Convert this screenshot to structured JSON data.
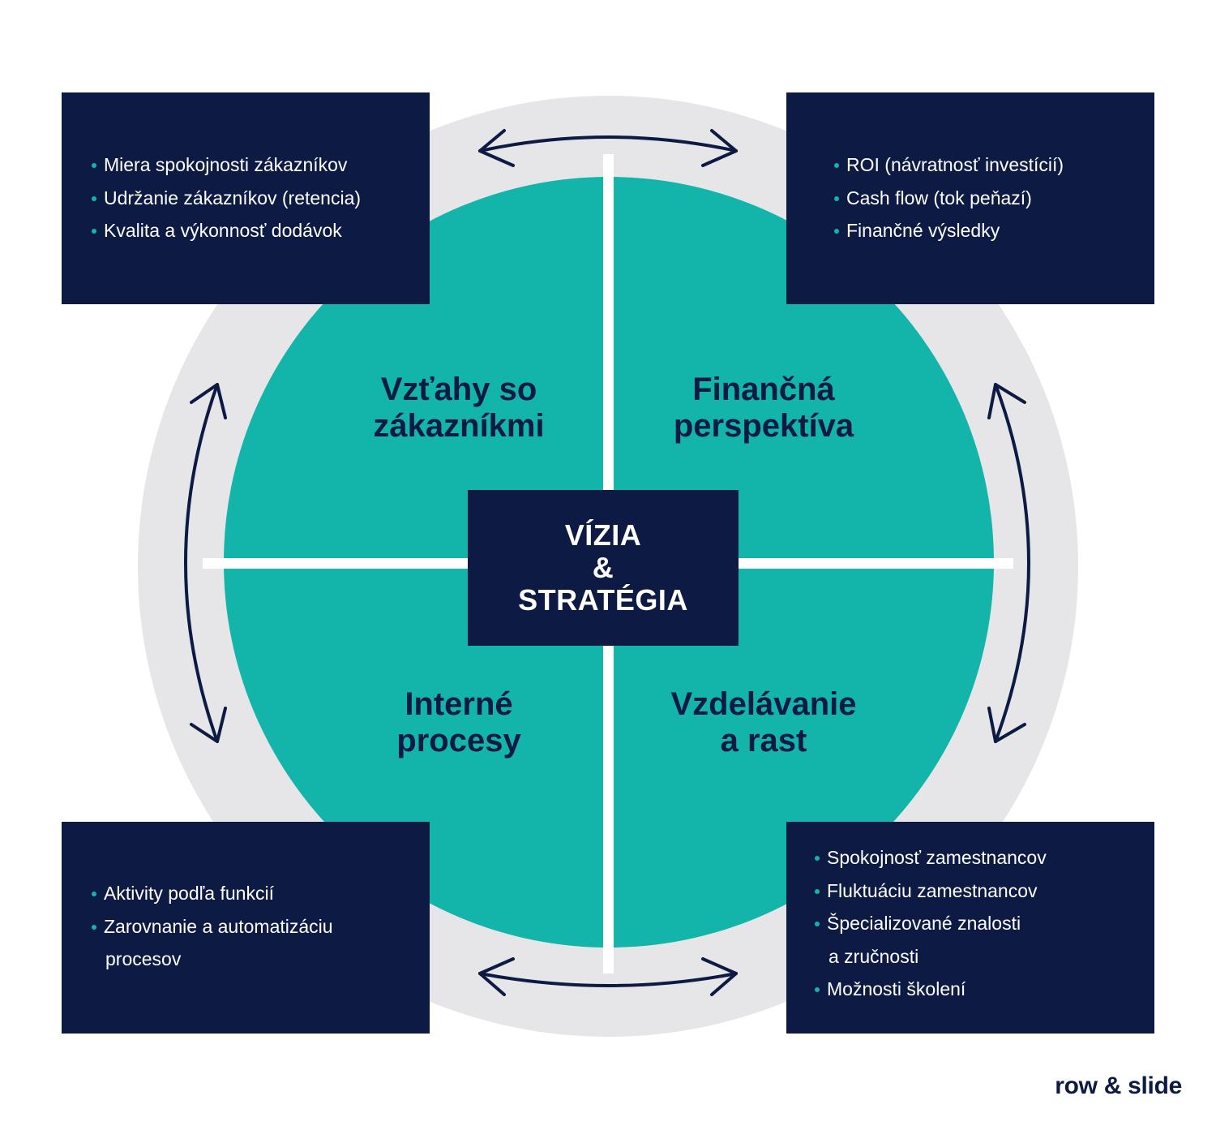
{
  "center": {
    "line1": "VÍZIA",
    "line2": "&",
    "line3": "STRATÉGIA"
  },
  "quadrants": {
    "top_left": {
      "line1": "Vzťahy so",
      "line2": "zákazníkmi"
    },
    "top_right": {
      "line1": "Finančná",
      "line2": "perspektíva"
    },
    "bottom_left": {
      "line1": "Interné",
      "line2": "procesy"
    },
    "bottom_right": {
      "line1": "Vzdelávanie",
      "line2": "a rast"
    }
  },
  "boxes": {
    "top_left": [
      "Miera spokojnosti zákazníkov",
      "Udržanie zákazníkov (retencia)",
      "Kvalita a výkonnosť dodávok"
    ],
    "top_right": [
      "ROI (návratnosť investícií)",
      "Cash flow (tok peňazí)",
      "Finančné výsledky"
    ],
    "bottom_left": [
      "Aktivity podľa funkcií",
      "Zarovnanie a automatizáciu",
      "procesov"
    ],
    "bottom_right": [
      "Spokojnosť zamestnancov",
      "Fluktuáciu zamestnancov",
      "Špecializované znalosti",
      "a zručnosti",
      "Možnosti školení"
    ]
  },
  "logo": "row & slide",
  "colors": {
    "navy": "#0c1a44",
    "teal": "#13b4aa",
    "ring": "#e6e6e8",
    "white": "#ffffff"
  },
  "icons": {
    "top_arrow": "double-arrow-horizontal",
    "bottom_arrow": "double-arrow-horizontal",
    "left_arrow": "double-arrow-vertical",
    "right_arrow": "double-arrow-vertical"
  }
}
